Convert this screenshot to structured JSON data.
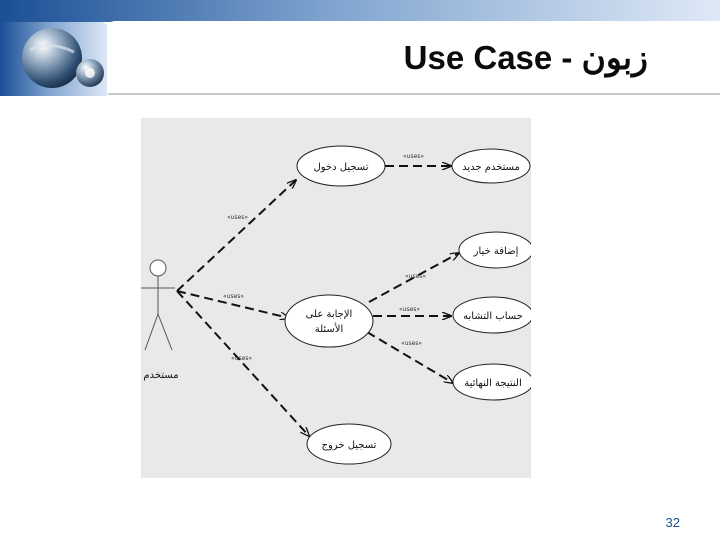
{
  "slide": {
    "title": "Use Case - زبون",
    "page_number": "32"
  },
  "colors": {
    "header_gradient_dark": "#1b4f95",
    "header_gradient_light": "#dfe9f6",
    "page_number": "#1f4f8f",
    "diagram_background": "#e9e9e9"
  },
  "diagram": {
    "actor": {
      "label": "مستخدم"
    },
    "use_cases": [
      {
        "id": "login",
        "label_lines": [
          "تسجيل دخول"
        ]
      },
      {
        "id": "new_user",
        "label_lines": [
          "مستخدم جديد"
        ]
      },
      {
        "id": "add_option",
        "label_lines": [
          "إضافة خيار"
        ]
      },
      {
        "id": "answer",
        "label_lines": [
          "الإجابة على",
          "الأسئلة"
        ]
      },
      {
        "id": "similarity",
        "label_lines": [
          "حساب التشابه"
        ]
      },
      {
        "id": "final_result",
        "label_lines": [
          "النتيجة النهائية"
        ]
      },
      {
        "id": "logout",
        "label_lines": [
          "تسجيل خروج"
        ]
      }
    ],
    "relations": [
      {
        "from": "actor",
        "to": "login",
        "label": "«uses»"
      },
      {
        "from": "actor",
        "to": "answer",
        "label": "«uses»"
      },
      {
        "from": "actor",
        "to": "logout",
        "label": "«uses»"
      },
      {
        "from": "login",
        "to": "new_user",
        "label": "«uses»"
      },
      {
        "from": "answer",
        "to": "add_option",
        "label": "«uses»"
      },
      {
        "from": "answer",
        "to": "similarity",
        "label": "«uses»"
      },
      {
        "from": "answer",
        "to": "final_result",
        "label": "«uses»"
      }
    ]
  }
}
